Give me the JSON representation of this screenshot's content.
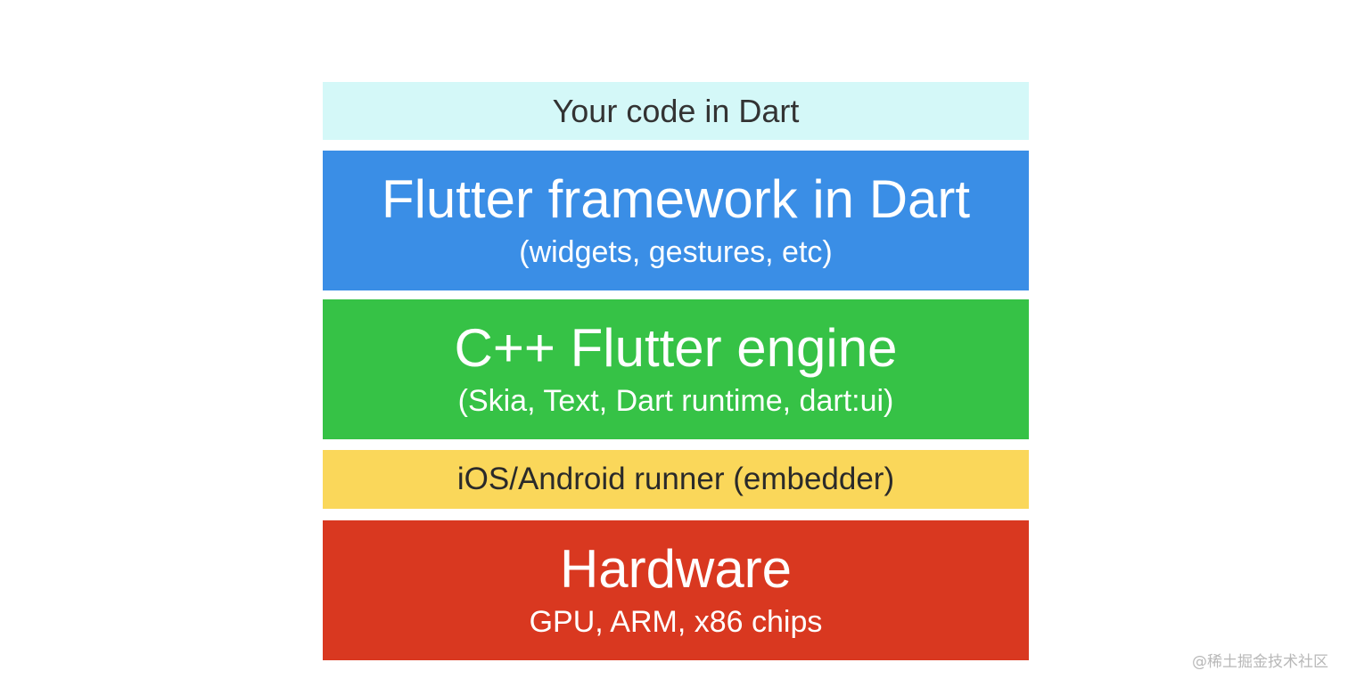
{
  "layers": [
    {
      "id": "code",
      "title": "Your code in Dart",
      "subtitle": "",
      "color": "#d4f8f8"
    },
    {
      "id": "framework",
      "title": "Flutter framework in Dart",
      "subtitle": "(widgets, gestures, etc)",
      "color": "#3a8ee6"
    },
    {
      "id": "engine",
      "title": "C++ Flutter engine",
      "subtitle": "(Skia, Text, Dart runtime, dart:ui)",
      "color": "#36c246"
    },
    {
      "id": "runner",
      "title": "iOS/Android runner (embedder)",
      "subtitle": "",
      "color": "#fad75a"
    },
    {
      "id": "hardware",
      "title": "Hardware",
      "subtitle": "GPU, ARM, x86 chips",
      "color": "#d93820"
    }
  ],
  "watermark": "@稀土掘金技术社区"
}
